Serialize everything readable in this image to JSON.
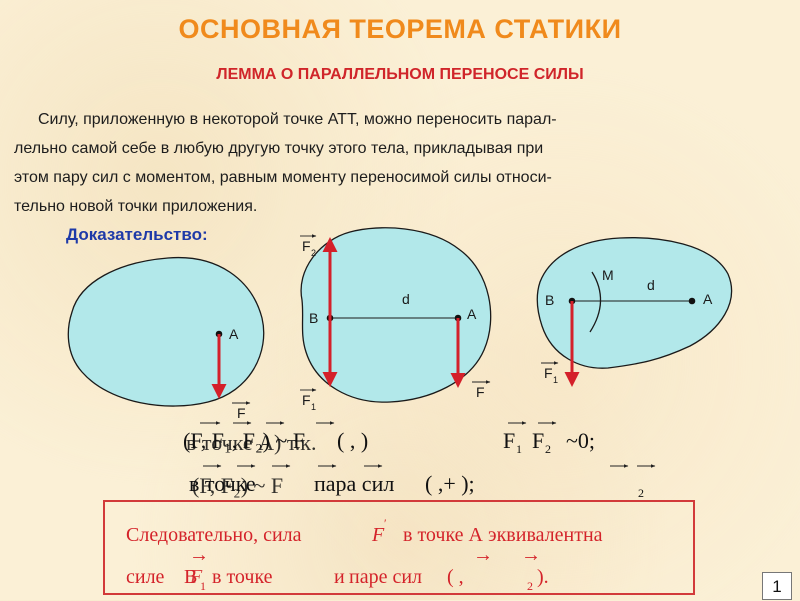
{
  "title": "ОСНОВНАЯ ТЕОРЕМА СТАТИКИ",
  "subtitle": "ЛЕММА О ПАРАЛЛЕЛЬНОМ ПЕРЕНОСЕ СИЛЫ",
  "paragraph": [
    "Силу, приложенную в некоторой точке АТТ, можно переносить парал-",
    "лельно самой себе в любую другую точку этого тела, прикладывая при",
    "этом пару сил с моментом, равным моменту переносимой силы относи-",
    "тельно новой точки приложения."
  ],
  "proof_label": "Доказательство:",
  "colors": {
    "title": "#f08a1c",
    "subtitle": "#d0252a",
    "body_fill": "#b2e8ea",
    "force": "#d4202a",
    "accent_blue": "#1e3aa8"
  },
  "diagram": {
    "body1": {
      "point": "A",
      "force": "F"
    },
    "body2": {
      "point_a": "A",
      "point_b": "B",
      "distance": "d",
      "force_a": "F",
      "force_f1": "F",
      "sub_f1": "1",
      "force_f2": "F",
      "sub_f2": "2"
    },
    "body3": {
      "point_a": "A",
      "point_b": "B",
      "distance": "d",
      "moment": "M",
      "force": "F",
      "sub": "1"
    }
  },
  "equations": {
    "line1_left": "(F, F₁, F₂) ~ F",
    "line1_overlay": "в точке А) т.к.",
    "line1_paren": "(  ,  )",
    "line1_right_f1": "F",
    "line1_right_sub1": "1",
    "line1_right_f2": "F",
    "line1_right_sub2": "2",
    "line1_right_tail": "~0;",
    "line2_text": "в точке",
    "line2_left": "(F, F₂) ~ F",
    "line2_mid": "пара сил",
    "line2_paren": "(  ,+  );",
    "line2_sub": "2"
  },
  "conclusion": {
    "line1": "Следовательно, сила",
    "line1_f": "F",
    "line1_tail": "в точке А эквивалентна",
    "line2": "силе",
    "line2_f": "F",
    "line2_sub": "1",
    "line2_mid": "в точке",
    "line2_and": "и",
    "line2_para": "паре сил",
    "line2_paren": "(  ,",
    "line2_sub2": "2",
    "line2_tail": ")."
  },
  "page_number": "1"
}
